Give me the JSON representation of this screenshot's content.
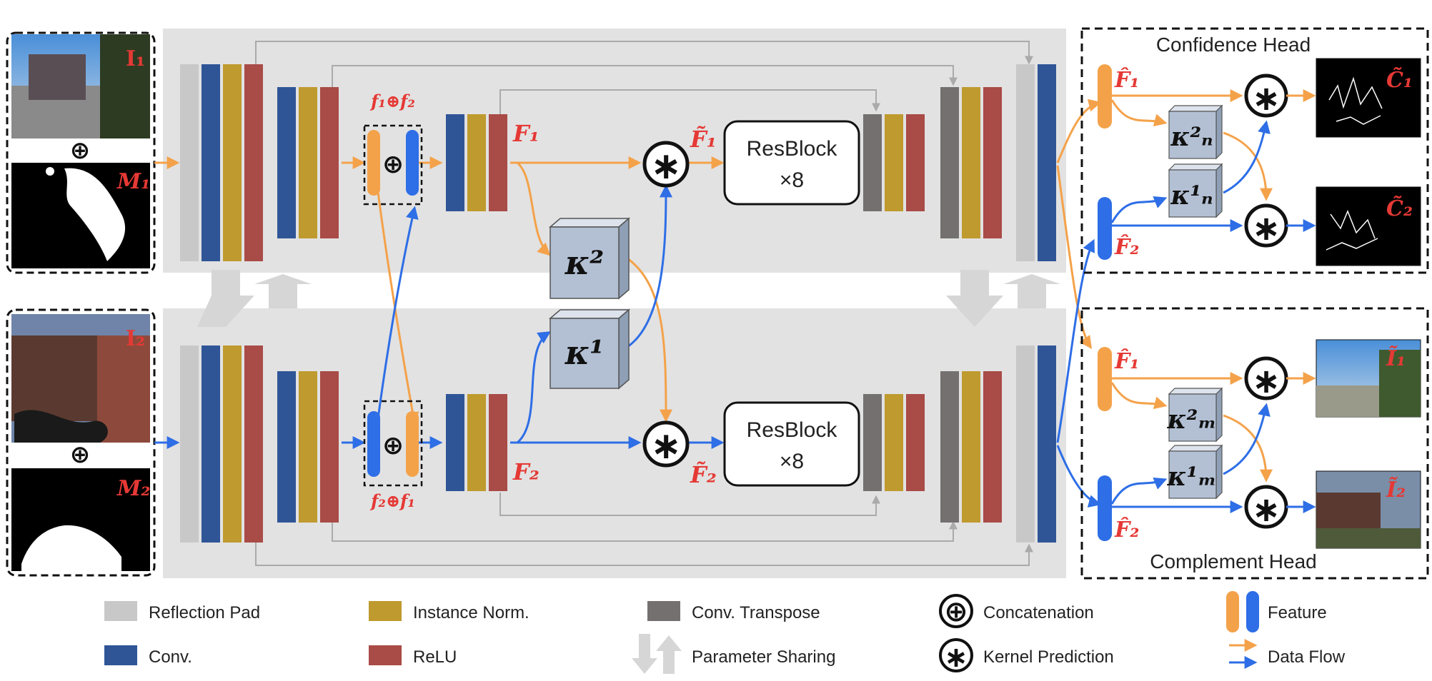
{
  "images": {
    "i1": "I₁",
    "m1": "M₁",
    "i2": "I₂",
    "m2": "M₂"
  },
  "concat": {
    "top": "f₁⊕f₂",
    "bottom": "f₂⊕f₁"
  },
  "features": {
    "f1": "F₁",
    "f2": "F₂",
    "f1_tilde": "F̃₁",
    "f2_tilde": "F̃₂",
    "f1_hat": "F̂₁",
    "f2_hat": "F̂₂"
  },
  "kernels": {
    "k2": "κ²",
    "k1": "κ¹",
    "kn2": "κ²ₙ",
    "kn1": "κ¹ₙ",
    "km2": "κ²ₘ",
    "km1": "κ¹ₘ"
  },
  "resblock": {
    "name": "ResBlock",
    "count": "×8"
  },
  "heads": {
    "confidence": "Confidence Head",
    "complement": "Complement Head",
    "c1": "C̃₁",
    "c2": "C̃₂",
    "i1": "Ĩ₁",
    "i2": "Ĩ₂"
  },
  "symbols": {
    "concat": "⊕",
    "conv": "∗"
  },
  "legend": {
    "reflection_pad": "Reflection Pad",
    "conv": "Conv.",
    "instance_norm": "Instance Norm.",
    "relu": "ReLU",
    "conv_transpose": "Conv. Transpose",
    "parameter_sharing": "Parameter Sharing",
    "concatenation": "Concatenation",
    "kernel_prediction": "Kernel Prediction",
    "feature": "Feature",
    "data_flow": "Data Flow"
  },
  "colors": {
    "reflection_pad": "#c8c8c8",
    "conv": "#2f5597",
    "instance_norm": "#bf9a2e",
    "relu": "#a94b46",
    "conv_transpose": "#757070",
    "orange_flow": "#f4a24a",
    "blue_flow": "#2e6ee6",
    "panel": "#e2e2e2",
    "kernel": "#b3c0d4",
    "label_red": "#e53935"
  }
}
